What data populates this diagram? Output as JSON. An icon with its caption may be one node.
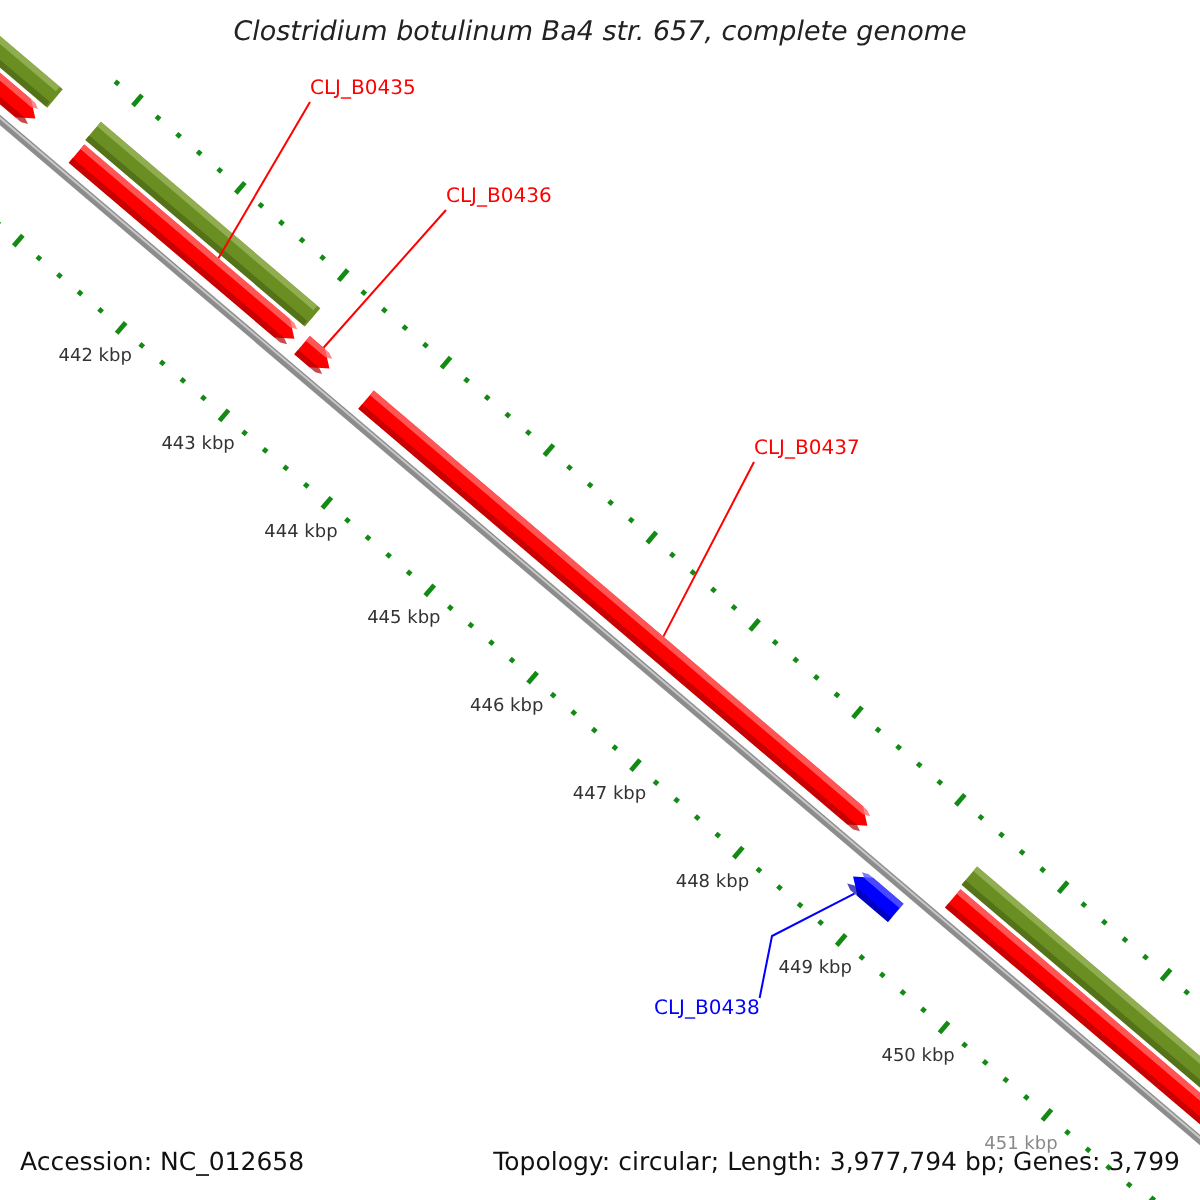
{
  "diagram": {
    "title": "Clostridium botulinum Ba4 str. 657, complete genome",
    "nodes": [
      {
        "text": [
          "CLJ_B0435"
        ]
      },
      {
        "text": [],
        "shape": "arrow"
      },
      {
        "text": [
          "CLJ_B0436"
        ]
      },
      {
        "text": [],
        "shape": "arrow"
      },
      {
        "text": [
          "CLJ_B0437"
        ]
      },
      {
        "text": [],
        "shape": "arrow"
      },
      {
        "text": [],
        "shape": "arrow"
      },
      {
        "text": [
          "CLJ_B0438"
        ]
      }
    ],
    "edges": [
      {
        "from": 0,
        "to": 1,
        "arrow": "none"
      },
      {
        "from": 2,
        "to": 3,
        "arrow": "none"
      },
      {
        "from": 4,
        "to": 5,
        "arrow": "none"
      },
      {
        "from": 7,
        "to": 6,
        "arrow": "none",
        "color": "#0000ff"
      }
    ],
    "labels": [
      "442 kbp",
      "443 kbp",
      "444 kbp",
      "445 kbp",
      "446 kbp",
      "447 kbp",
      "448 kbp",
      "449 kbp",
      "450 kbp",
      "451 kbp",
      "Accession: NC_012658",
      "Topology: circular; Length: 3,977,794 bp; Genes: 3,799"
    ]
  }
}
